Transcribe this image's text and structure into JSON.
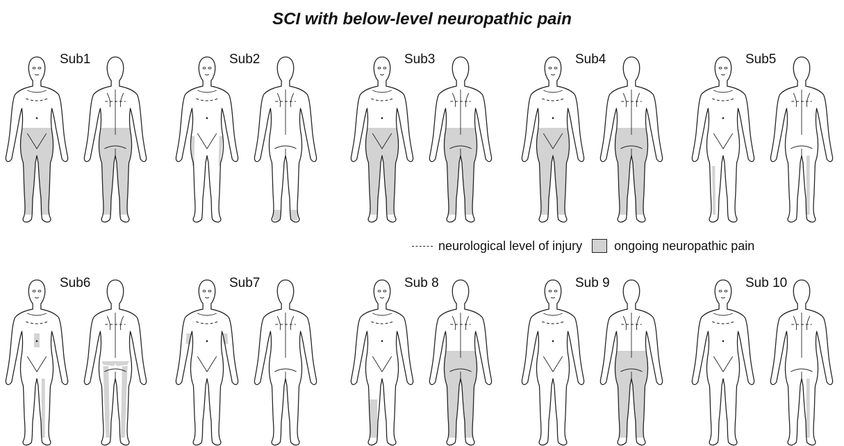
{
  "title": "SCI with below-level neuropathic pain",
  "subjects": [
    {
      "label": "Sub1",
      "front_pain": [
        "legs",
        "hips"
      ],
      "back_pain": [
        "legs",
        "hips"
      ]
    },
    {
      "label": "Sub2",
      "front_pain": [
        "thigh-outer"
      ],
      "back_pain": [
        "feet"
      ]
    },
    {
      "label": "Sub3",
      "front_pain": [
        "legs",
        "hips"
      ],
      "back_pain": [
        "legs",
        "hips"
      ]
    },
    {
      "label": "Sub4",
      "front_pain": [
        "legs",
        "hips"
      ],
      "back_pain": [
        "legs",
        "hips"
      ]
    },
    {
      "label": "Sub5",
      "front_pain": [
        "shin-stripe"
      ],
      "back_pain": [
        "leg-stripe"
      ]
    },
    {
      "label": "Sub6",
      "front_pain": [
        "leg-stripe",
        "abdomen"
      ],
      "back_pain": [
        "legs-outline"
      ]
    },
    {
      "label": "Sub7",
      "front_pain": [
        "arm-patch"
      ],
      "back_pain": []
    },
    {
      "label": "Sub 8",
      "front_pain": [
        "shin-patch"
      ],
      "back_pain": [
        "legs",
        "hips"
      ]
    },
    {
      "label": "Sub 9",
      "front_pain": [],
      "back_pain": [
        "legs",
        "hips"
      ]
    },
    {
      "label": "Sub 10",
      "front_pain": [],
      "back_pain": [
        "leg-stripe"
      ]
    }
  ],
  "legend": {
    "injury_level_label": "neurological level of injury",
    "pain_label": "ongoing neuropathic pain"
  },
  "colors": {
    "pain_fill": "#d3d3d3",
    "outline": "#222222"
  }
}
